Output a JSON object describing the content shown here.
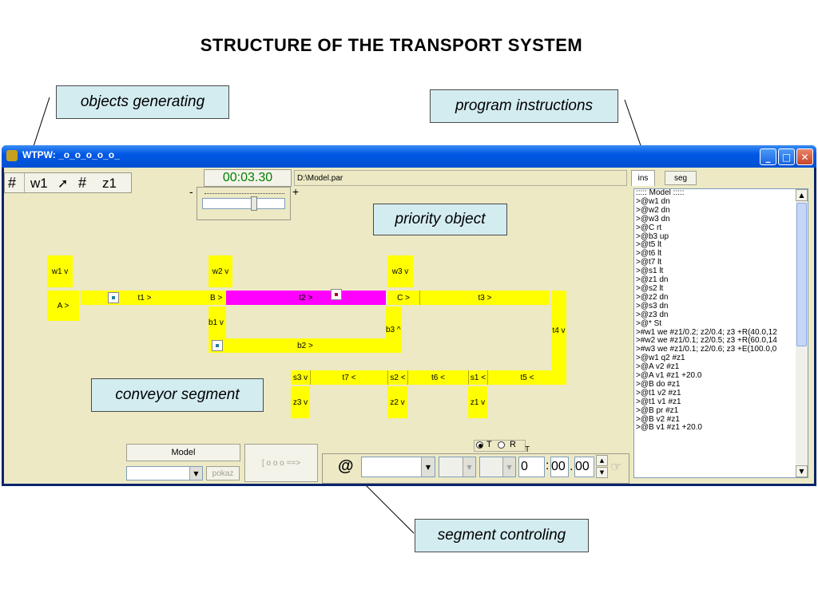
{
  "slide_title": "STRUCTURE  OF  THE  TRANSPORT  SYSTEM",
  "callouts": {
    "objects_generating": "objects generating",
    "program_instructions": "program instructions",
    "priority_object": "priority object",
    "conveyor_segment": "conveyor segment",
    "segment_controling": "segment controling"
  },
  "window": {
    "title": "WTPW: _o_o_o_o_o_",
    "buttons": {
      "minimize": "_",
      "maximize": "□",
      "close": "✕"
    }
  },
  "toolbar": {
    "hash1": "#",
    "source": "w1",
    "arrow": "➚",
    "hash2": "#",
    "target": "z1",
    "timer": "00:03.30",
    "minus": "-",
    "plus": "+",
    "path": "D:\\Model.par"
  },
  "tabs": {
    "ins": "ins",
    "seg": "seg"
  },
  "diagram": {
    "w1": "w1 v",
    "A": "A >",
    "t1": "t1 >",
    "w2": "w2 v",
    "B": "B >",
    "t2": "t2 >",
    "w3": "w3 v",
    "C": "C >",
    "t3": "t3 >",
    "b1": "b1 v",
    "b3": "b3 ^",
    "t4": "t4 v",
    "b2": "b2 >",
    "s3": "s3 v",
    "t7": "t7 <",
    "s2": "s2 <",
    "t6": "t6 <",
    "s1": "s1 <",
    "t5": "t5 <",
    "z3": "z3 v",
    "z2": "z2 v",
    "z1": "z1 v"
  },
  "bottom": {
    "model_button": "Model",
    "pokaz_button": "pokaz",
    "run_button": "[ o o o ==>",
    "at": "@",
    "radio_t": "T",
    "radio_r": "R",
    "t_label": "T",
    "time_h": "0",
    "time_m": "00",
    "time_s": "00",
    "colon": ":",
    "dot": ".",
    "pointer_icon": "☞"
  },
  "instructions": [
    "::::: Model :::::",
    ">@w1 dn",
    ">@w2 dn",
    ">@w3 dn",
    ">@C rt",
    ">@b3 up",
    ">@t5 lt",
    ">@t6 lt",
    ">@t7 lt",
    ">@s1 lt",
    ">@z1 dn",
    ">@s2 lt",
    ">@z2 dn",
    ">@s3 dn",
    ">@z3 dn",
    ">@* St",
    ">#w1 we #z1/0.2; z2/0.4; z3 +R(40.0,12",
    ">#w2 we #z1/0.1; z2/0.5; z3 +R(60.0,14",
    ">#w3 we #z1/0.1; z2/0.6; z3 +E(100.0,0",
    ">@w1 q2 #z1",
    ">@A v2 #z1",
    ">@A v1 #z1 +20.0",
    ">@B do #z1",
    ">@t1 v2 #z1",
    ">@t1 v1 #z1",
    ">@B pr #z1",
    ">@B v2 #z1",
    ">@B v1 #z1 +20.0"
  ],
  "colors": {
    "conveyor": "#ffff00",
    "priority": "#ff00ff",
    "callout_bg": "#d3ecf0",
    "timer_text": "#008000"
  }
}
